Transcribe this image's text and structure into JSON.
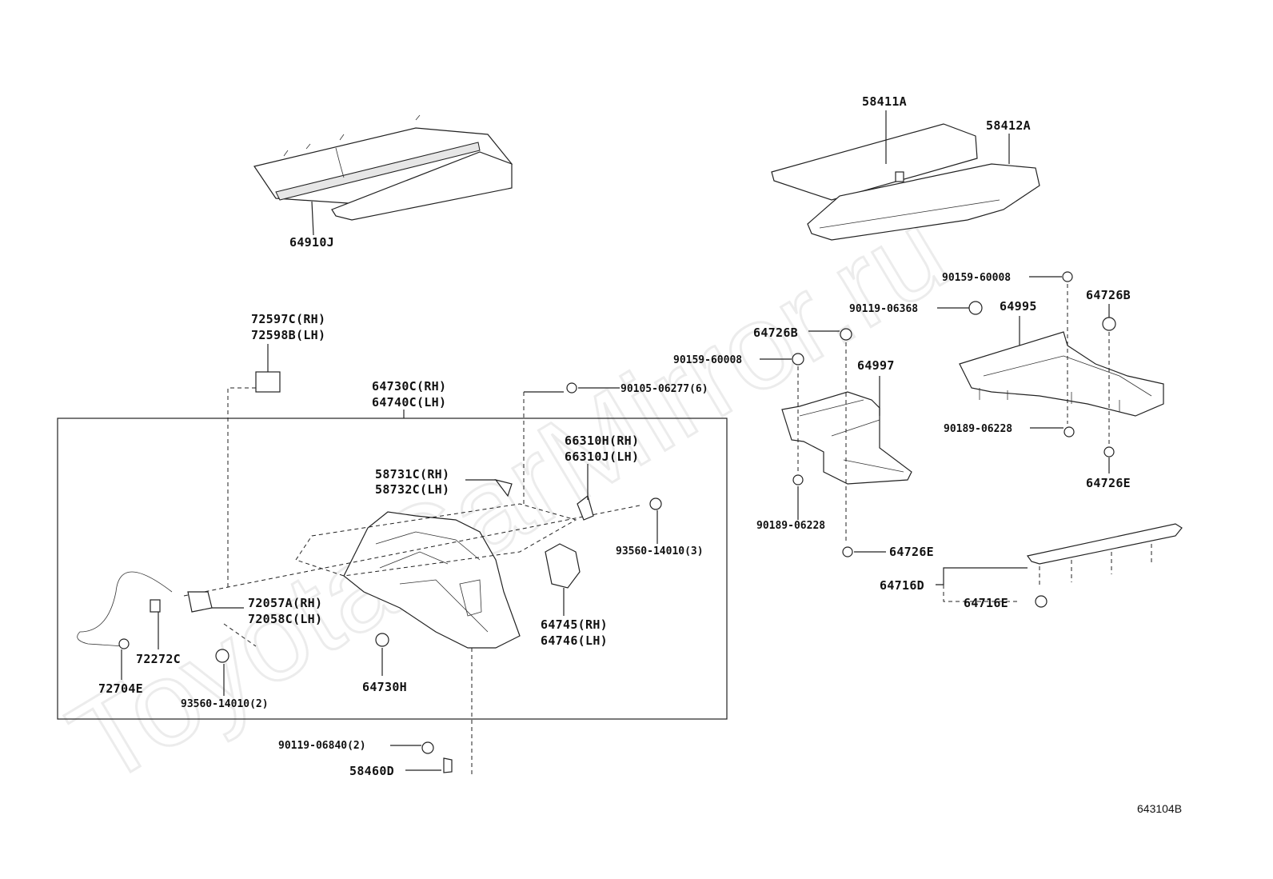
{
  "watermark": "ToyotaCarMirror.ru",
  "diagram_code": "643104B",
  "labels": {
    "p64910J": "64910J",
    "p58411A": "58411A",
    "p58412A": "58412A",
    "p90159_top": "90159-60008",
    "p90119_06368": "90119-06368",
    "p64995": "64995",
    "p64726B_right": "64726B",
    "p72597C": "72597C(RH)",
    "p72598B": "72598B(LH)",
    "p64726B_mid": "64726B",
    "p90159_mid": "90159-60008",
    "p64997": "64997",
    "p64730C": "64730C(RH)",
    "p64740C": "64740C(LH)",
    "p90105": "90105-06277(6)",
    "p66310H": "66310H(RH)",
    "p66310J": "66310J(LH)",
    "p58731C": "58731C(RH)",
    "p58732C": "58732C(LH)",
    "p93560_3": "93560-14010(3)",
    "p90189_right": "90189-06228",
    "p64726E_right": "64726E",
    "p90189_mid": "90189-06228",
    "p64726E_mid": "64726E",
    "p64716D": "64716D",
    "p64716E": "64716E",
    "p72057A": "72057A(RH)",
    "p72058C": "72058C(LH)",
    "p72272C": "72272C",
    "p72704E": "72704E",
    "p64745": "64745(RH)",
    "p64746": "64746(LH)",
    "p64730H": "64730H",
    "p93560_2": "93560-14010(2)",
    "p90119_06840": "90119-06840(2)",
    "p58460D": "58460D"
  }
}
